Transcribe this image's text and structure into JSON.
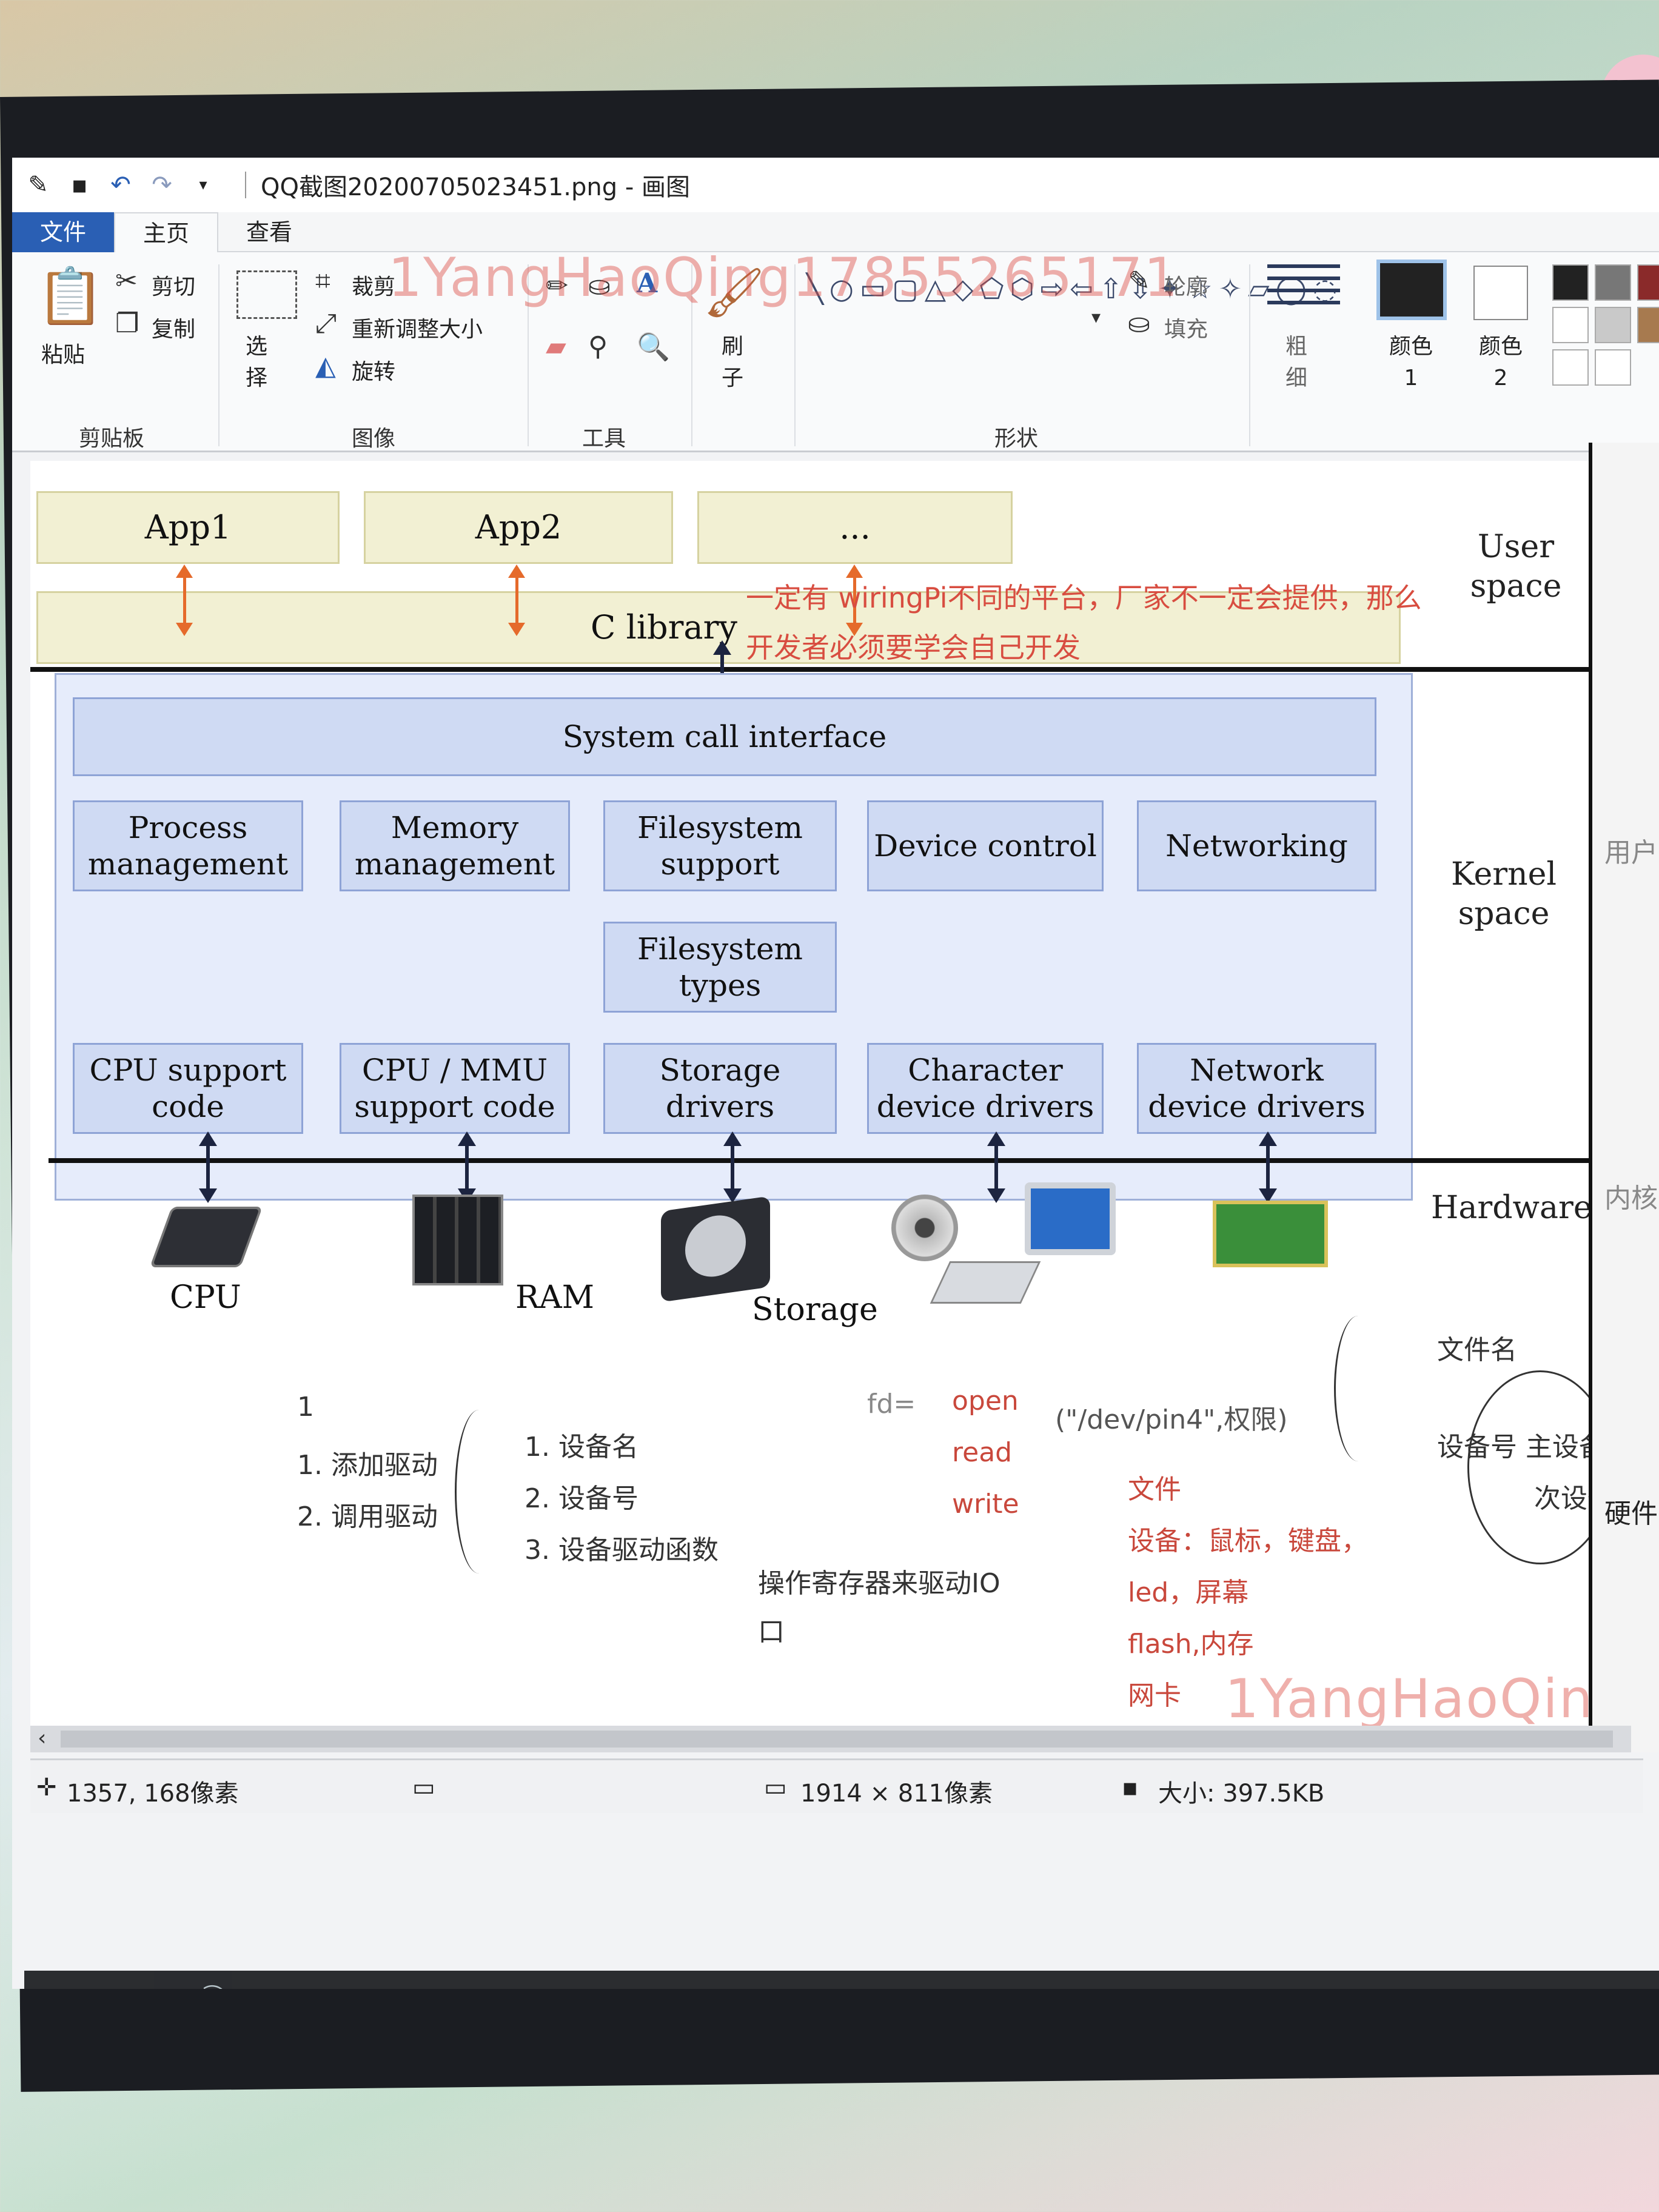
{
  "window": {
    "title": "QQ截图20200705023451.png - 画图"
  },
  "tabs": [
    {
      "label": "文件"
    },
    {
      "label": "主页"
    },
    {
      "label": "查看"
    }
  ],
  "ribbon": {
    "clipboard": {
      "paste": "粘贴",
      "cut": "剪切",
      "copy": "复制",
      "group": "剪贴板"
    },
    "image": {
      "select": "选择",
      "crop": "裁剪",
      "resize": "重新调整大小",
      "rotate": "旋转",
      "group": "图像"
    },
    "tools": {
      "group": "工具",
      "text_tool": "A"
    },
    "brush": {
      "label": "刷子"
    },
    "shapes": {
      "group": "形状",
      "outline": "轮廓",
      "fill": "填充"
    },
    "size": {
      "label": "粗细"
    },
    "color1": {
      "label": "颜色 1"
    },
    "color2": {
      "label": "颜色 2"
    }
  },
  "watermark": "1YangHaoQing17855265171",
  "diagram": {
    "user": {
      "app1": "App1",
      "app2": "App2",
      "app3": "...",
      "clib": "C library",
      "side": "User space"
    },
    "kernel": {
      "syscall": "System call interface",
      "process": "Process management",
      "memory": "Memory management",
      "fs_support": "Filesystem support",
      "device_control": "Device control",
      "networking": "Networking",
      "fs_types": "Filesystem types",
      "cpu_support": "CPU support code",
      "mmu_support": "CPU / MMU support code",
      "storage_drivers": "Storage drivers",
      "char_drivers": "Character device drivers",
      "net_drivers": "Network device drivers",
      "side": "Kernel space"
    },
    "hardware": {
      "side": "Hardware",
      "cpu": "CPU",
      "ram": "RAM",
      "storage": "Storage"
    }
  },
  "red_annotation": {
    "line1": "一定有    wiringPi不同的平台，厂家不一定会提供，那么",
    "line2": "开发者必须要学会自己开发"
  },
  "notes": {
    "n1": "1",
    "n2": "1. 添加驱动",
    "n3": "2. 调用驱动",
    "s1": "1. 设备名",
    "s2": "2. 设备号",
    "s3": "3. 设备驱动函数",
    "fd": "fd=",
    "open": "open",
    "open_args": "(\"/dev/pin4\",权限)",
    "read": "read",
    "write": "write",
    "reg1": "操作寄存器来驱动IO",
    "reg2": "口",
    "file": "文件",
    "dev1": "设备：鼠标，键盘，",
    "dev2": "led，屏幕",
    "dev3": "flash,内存",
    "dev4": "网卡",
    "fname": "文件名",
    "devno": "设备号  主设备号",
    "minor": "次设备号"
  },
  "right_col": {
    "user": "用户",
    "kernel": "内核",
    "hardware": "硬件"
  },
  "status": {
    "cursor": "1357, 168像素",
    "dims": "1914 × 811像素",
    "size": "大小: 397.5KB"
  },
  "player": {
    "progress": 0.0
  }
}
